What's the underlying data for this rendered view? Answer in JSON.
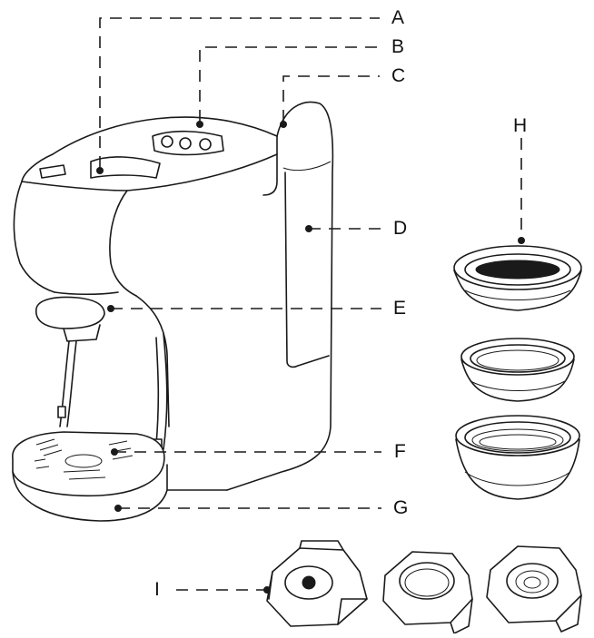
{
  "labels": {
    "a": "A",
    "b": "B",
    "c": "C",
    "d": "D",
    "e": "E",
    "f": "F",
    "g": "G",
    "h": "H",
    "i": "I"
  },
  "colors": {
    "line": "#1a1a1a",
    "background": "#ffffff"
  }
}
